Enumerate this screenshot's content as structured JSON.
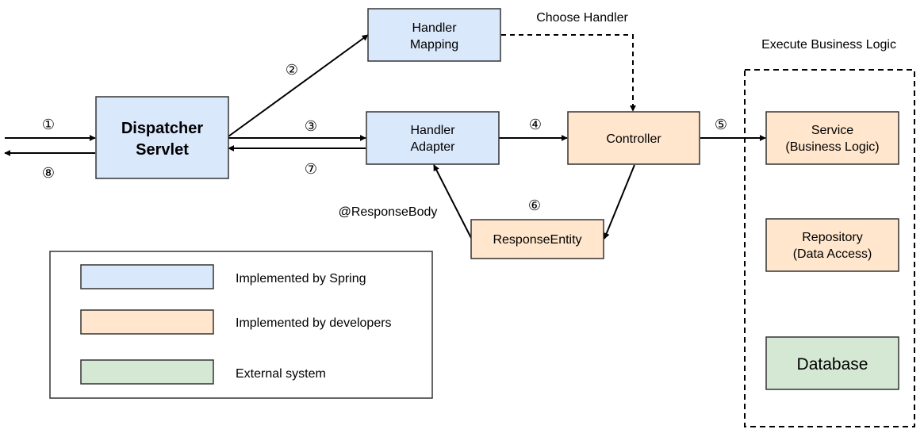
{
  "colors": {
    "spring": "#dae8fc",
    "developer": "#ffe6cc",
    "external": "#d5e8d4",
    "stroke": "#000000",
    "box_stroke": "#333333"
  },
  "nodes": {
    "dispatcher": {
      "line1": "Dispatcher",
      "line2": "Servlet"
    },
    "handler_mapping": {
      "line1": "Handler",
      "line2": "Mapping"
    },
    "handler_adapter": {
      "line1": "Handler",
      "line2": "Adapter"
    },
    "controller": {
      "label": "Controller"
    },
    "response_entity": {
      "label": "ResponseEntity"
    },
    "service": {
      "line1": "Service",
      "line2": "(Business Logic)"
    },
    "repository": {
      "line1": "Repository",
      "line2": "(Data Access)"
    },
    "database": {
      "label": "Database"
    }
  },
  "steps": {
    "s1": "①",
    "s2": "②",
    "s3": "③",
    "s4": "④",
    "s5": "⑤",
    "s6": "⑥",
    "s7": "⑦",
    "s8": "⑧"
  },
  "labels": {
    "choose_handler": "Choose Handler",
    "execute_business_logic": "Execute Business Logic",
    "response_body": "@ResponseBody"
  },
  "legend": {
    "spring": "Implemented by Spring",
    "developers": "Implemented by developers",
    "external": "External system"
  }
}
